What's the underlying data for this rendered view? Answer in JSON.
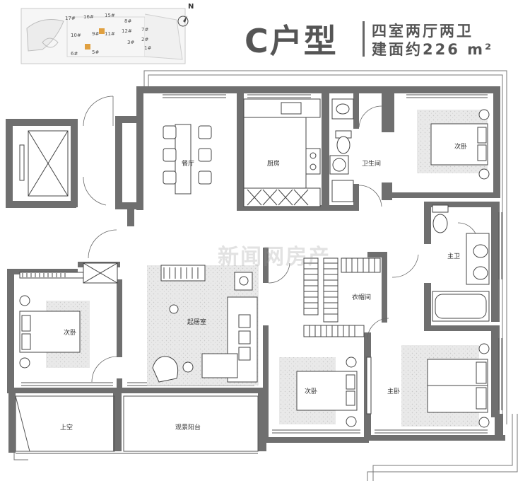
{
  "title": {
    "unit_type": "C户型",
    "layout_desc": "四室两厅两卫",
    "area_desc": "建面约226 m²"
  },
  "compass": {
    "north_label": "N"
  },
  "watermark": "新闻网房产",
  "rooms": {
    "dining": "餐厅",
    "kitchen": "厨房",
    "bathroom": "卫生间",
    "bedroom_top_right": "次卧",
    "master_bath": "主卫",
    "living": "起居室",
    "bedroom_left": "次卧",
    "closet": "衣帽间",
    "bedroom_bottom": "次卧",
    "master_bedroom": "主卧",
    "void": "上空",
    "balcony": "观景阳台"
  },
  "site_map_labels": [
    "17#",
    "16#",
    "15#",
    "12#",
    "11#",
    "10#",
    "9#",
    "8#",
    "7#",
    "6#",
    "5#",
    "3#",
    "2#",
    "1#"
  ],
  "colors": {
    "wall": "#6f6f6f",
    "wall_dark": "#555555",
    "carpet": "#e4e4e4",
    "line": "#444444"
  }
}
